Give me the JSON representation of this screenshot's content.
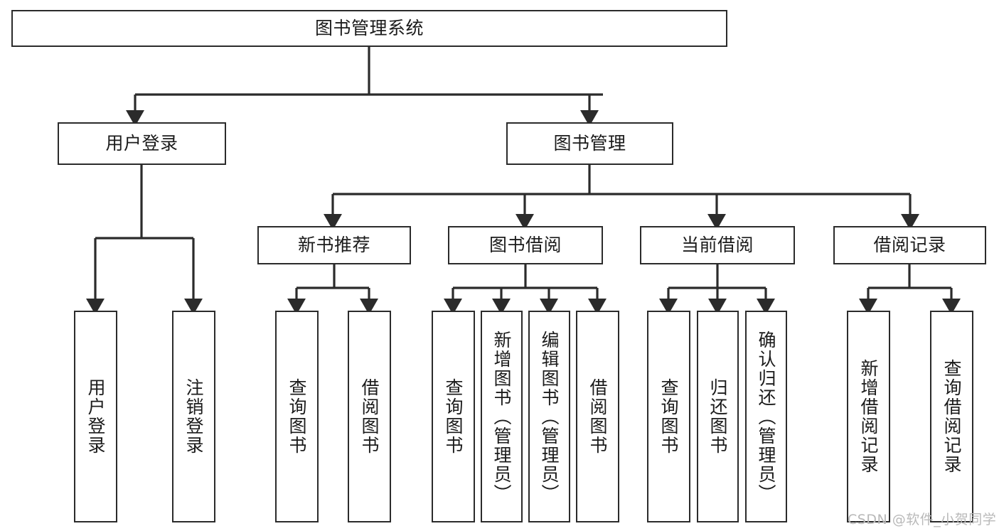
{
  "diagram": {
    "title": "图书管理系统",
    "type": "tree-hierarchy",
    "orientation": "top-down",
    "colors": {
      "box_border": "#2b2b2b",
      "box_fill": "#ffffff",
      "connector": "#2b2b2b",
      "text": "#1b1b1b",
      "watermark": "#b9b9b9",
      "background": "#ffffff"
    },
    "root": {
      "label": "图书管理系统"
    },
    "level2": [
      {
        "label": "用户登录"
      },
      {
        "label": "图书管理"
      }
    ],
    "level3": [
      {
        "label": "新书推荐"
      },
      {
        "label": "图书借阅"
      },
      {
        "label": "当前借阅"
      },
      {
        "label": "借阅记录"
      }
    ],
    "leaves": {
      "user_login": [
        {
          "label": "用户登录"
        },
        {
          "label": "注销登录"
        }
      ],
      "new_book_recommend": [
        {
          "label": "查询图书"
        },
        {
          "label": "借阅图书"
        }
      ],
      "book_borrow": [
        {
          "label": "查询图书"
        },
        {
          "label": "新增图书（管理员）"
        },
        {
          "label": "编辑图书（管理员）"
        },
        {
          "label": "借阅图书"
        }
      ],
      "current_borrow": [
        {
          "label": "查询图书"
        },
        {
          "label": "归还图书"
        },
        {
          "label": "确认归还（管理员）"
        }
      ],
      "borrow_record": [
        {
          "label": "新增借阅记录"
        },
        {
          "label": "查询借阅记录"
        }
      ]
    }
  },
  "watermark": {
    "text": "CSDN @软件_小贺同学"
  }
}
